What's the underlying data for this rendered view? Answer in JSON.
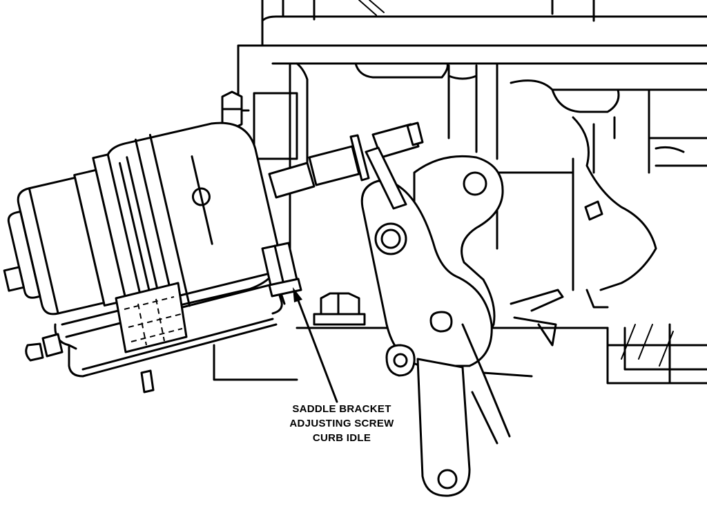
{
  "callout": {
    "lines": [
      "SADDLE BRACKET",
      "ADJUSTING SCREW",
      "CURB IDLE"
    ]
  }
}
